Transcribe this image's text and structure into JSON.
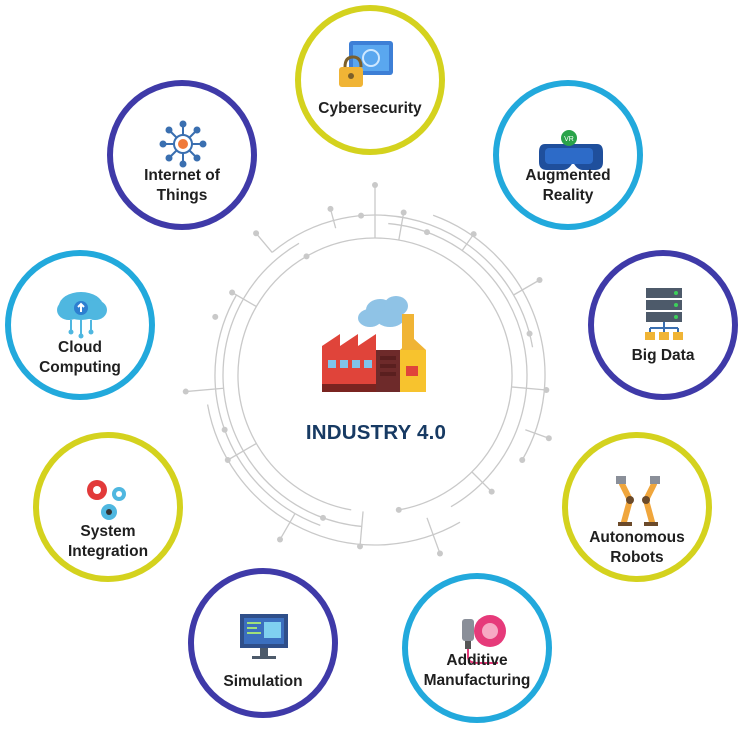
{
  "center": {
    "title": "INDUSTRY 4.0"
  },
  "colors": {
    "purple": "#3f3aa8",
    "blue": "#22a9dc",
    "yellow": "#d4d21e",
    "circuit": "#c9c9c9",
    "title": "#173a63"
  },
  "nodes": [
    {
      "id": "cybersecurity",
      "label_lines": [
        "Cybersecurity"
      ],
      "icon": "lock-screen-icon",
      "ring": "yellow"
    },
    {
      "id": "augmented-reality",
      "label_lines": [
        "Augmented",
        "Reality"
      ],
      "icon": "vr-headset-icon",
      "ring": "blue"
    },
    {
      "id": "big-data",
      "label_lines": [
        "Big Data"
      ],
      "icon": "server-icon",
      "ring": "purple"
    },
    {
      "id": "autonomous-robots",
      "label_lines": [
        "Autonomous",
        "Robots"
      ],
      "icon": "robot-arm-icon",
      "ring": "yellow"
    },
    {
      "id": "additive-manufacturing",
      "label_lines": [
        "Additive",
        "Manufacturing"
      ],
      "icon": "3d-printer-icon",
      "ring": "blue"
    },
    {
      "id": "simulation",
      "label_lines": [
        "Simulation"
      ],
      "icon": "monitor-icon",
      "ring": "purple"
    },
    {
      "id": "system-integration",
      "label_lines": [
        "System",
        "Integration"
      ],
      "icon": "gears-icon",
      "ring": "yellow"
    },
    {
      "id": "cloud-computing",
      "label_lines": [
        "Cloud",
        "Computing"
      ],
      "icon": "cloud-upload-icon",
      "ring": "blue"
    },
    {
      "id": "internet-of-things",
      "label_lines": [
        "Internet of",
        "Things"
      ],
      "icon": "iot-network-icon",
      "ring": "purple"
    }
  ]
}
